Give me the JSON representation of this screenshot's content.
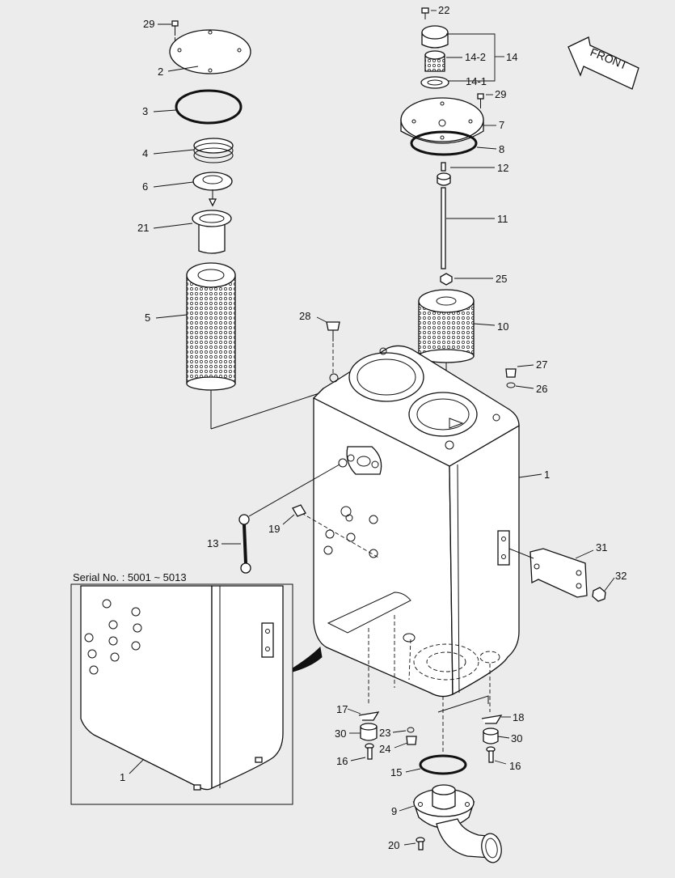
{
  "front_label": "FRONT",
  "inset": {
    "title": "Serial No. : 5001 ~ 5013"
  },
  "callouts": [
    {
      "id": "c29a",
      "text": "29"
    },
    {
      "id": "c2",
      "text": "2"
    },
    {
      "id": "c3",
      "text": "3"
    },
    {
      "id": "c4",
      "text": "4"
    },
    {
      "id": "c6",
      "text": "6"
    },
    {
      "id": "c21",
      "text": "21"
    },
    {
      "id": "c5",
      "text": "5"
    },
    {
      "id": "c22",
      "text": "22"
    },
    {
      "id": "c14_2",
      "text": "14-2"
    },
    {
      "id": "c14",
      "text": "14"
    },
    {
      "id": "c14_1",
      "text": "14-1"
    },
    {
      "id": "c29b",
      "text": "29"
    },
    {
      "id": "c7",
      "text": "7"
    },
    {
      "id": "c8",
      "text": "8"
    },
    {
      "id": "c12",
      "text": "12"
    },
    {
      "id": "c11",
      "text": "11"
    },
    {
      "id": "c25",
      "text": "25"
    },
    {
      "id": "c10",
      "text": "10"
    },
    {
      "id": "c28",
      "text": "28"
    },
    {
      "id": "c27",
      "text": "27"
    },
    {
      "id": "c26",
      "text": "26"
    },
    {
      "id": "c1a",
      "text": "1"
    },
    {
      "id": "c19",
      "text": "19"
    },
    {
      "id": "c13",
      "text": "13"
    },
    {
      "id": "c31",
      "text": "31"
    },
    {
      "id": "c32",
      "text": "32"
    },
    {
      "id": "c1b",
      "text": "1"
    },
    {
      "id": "c17",
      "text": "17"
    },
    {
      "id": "c30a",
      "text": "30"
    },
    {
      "id": "c23",
      "text": "23"
    },
    {
      "id": "c24",
      "text": "24"
    },
    {
      "id": "c16a",
      "text": "16"
    },
    {
      "id": "c18",
      "text": "18"
    },
    {
      "id": "c30b",
      "text": "30"
    },
    {
      "id": "c16b",
      "text": "16"
    },
    {
      "id": "c15",
      "text": "15"
    },
    {
      "id": "c9",
      "text": "9"
    },
    {
      "id": "c20",
      "text": "20"
    }
  ]
}
